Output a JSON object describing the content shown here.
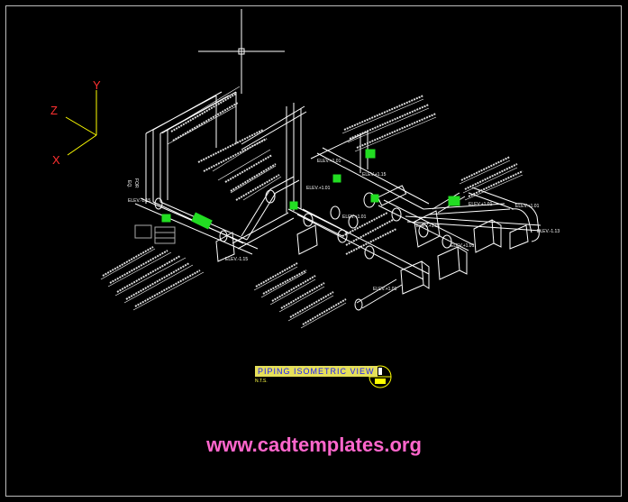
{
  "drawing": {
    "title": "PIPING ISOMETRIC VIEW",
    "scale_note": "N.T.S.",
    "watermark": "www.cadtemplates.org",
    "colors": {
      "background": "#000000",
      "pipe": "#ffffff",
      "valve": "#22dd22",
      "axis": "#ff3030",
      "ucs_arms": "#ffff00",
      "watermark": "#ff66cc",
      "title_fill": "#e6e05a",
      "title_text": "#1a1aff"
    }
  },
  "ucs": {
    "x_label": "X",
    "y_label": "Y",
    "z_label": "Z"
  },
  "elevation_labels": [
    "ELEV.+1.01",
    "ELEV.+1.15",
    "ELEV.-1.15",
    "ELEV.+1.01",
    "ELEV.+1.01",
    "ELEV.+1.01",
    "ELEV.+1.01",
    "ELEV.+1.01",
    "ELEV.+1.01",
    "ELEV.-1.13",
    "ELEV.+1.01",
    "ELEV.-1.15"
  ],
  "side_note": {
    "line1": "FOR",
    "line2": "EQ."
  }
}
